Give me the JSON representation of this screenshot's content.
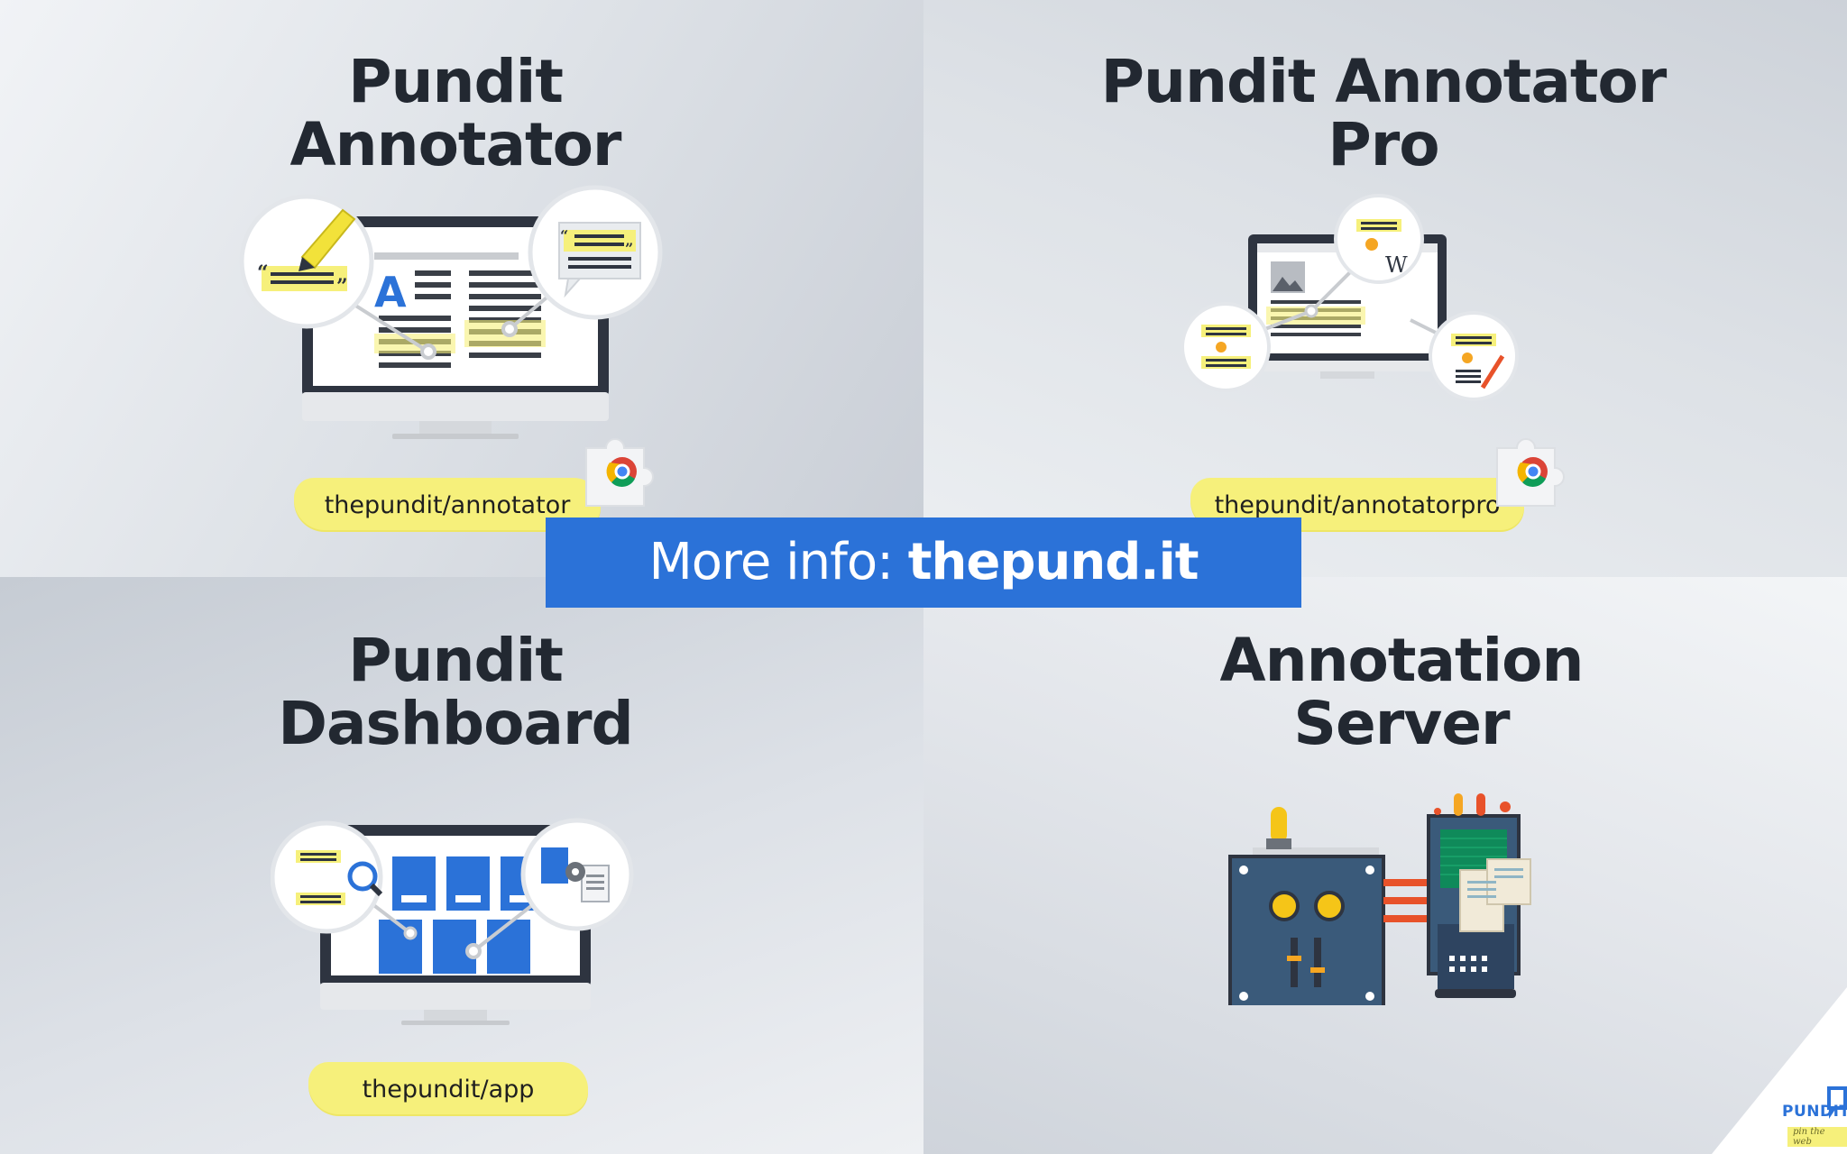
{
  "quadrants": {
    "annotator": {
      "title_line1": "Pundit",
      "title_line2": "Annotator",
      "url": "thepundit/annotator"
    },
    "annotator_pro": {
      "title_line1": "Pundit Annotator",
      "title_line2": "Pro",
      "url": "thepundit/annotatorpro"
    },
    "dashboard": {
      "title_line1": "Pundit",
      "title_line2": "Dashboard",
      "url": "thepundit/app"
    },
    "server": {
      "title_line1": "Annotation",
      "title_line2": "Server"
    }
  },
  "banner": {
    "prefix": "More info: ",
    "link": "thepund.it"
  },
  "logo": {
    "name": "PUNDIT",
    "tagline": "pin the web"
  },
  "icons": {
    "extension": "chrome-extension-puzzle-icon",
    "wikipedia_glyph": "W"
  },
  "colors": {
    "banner_blue": "#2b72d8",
    "highlight_yellow": "#f6f07b",
    "title_dark": "#222831"
  }
}
